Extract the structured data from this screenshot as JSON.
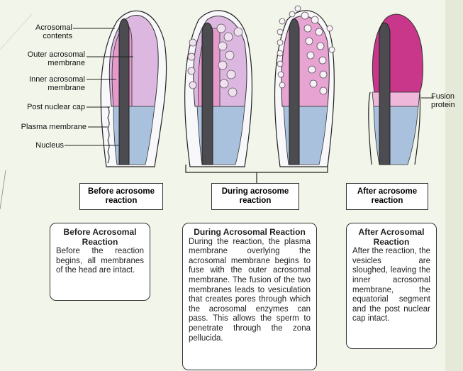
{
  "labels": {
    "acrosomal_contents": "Acrosomal contents",
    "outer_acrosomal_membrane": "Outer acrosomal membrane",
    "inner_acrosomal_membrane": "Inner acrosomal membrane",
    "post_nuclear_cap": "Post nuclear cap",
    "plasma_membrane": "Plasma membrane",
    "nucleus": "Nucleus",
    "fusion_protein": "Fusion protein"
  },
  "stages": {
    "before": "Before acrosome reaction",
    "during": "During acrosome reaction",
    "after": "After acrosome reaction"
  },
  "descriptions": {
    "before": {
      "title": "Before Acrosomal Reaction",
      "body": "Before the reaction begins, all membranes of the head are intact."
    },
    "during": {
      "title": "During Acrosomal Reaction",
      "body": "During the reaction, the plasma membrane overlying the acrosomal membrane begins to fuse with the outer acrosomal membrane. The fusion of the two membranes leads to vesiculation that creates pores through which the acrosomal enzymes can pass. This allows the sperm to penetrate through the zona pellucida."
    },
    "after": {
      "title": "After Acrosomal Reaction",
      "body": "After the reaction, the vesicles are sloughed, leaving the inner acrosomal membrane, the equatorial segment and the post nuclear cap intact."
    }
  },
  "colors": {
    "acrosome_pink": "#e7a4d3",
    "acrosome_light": "#d9b6de",
    "magenta": "#c8378a",
    "post_cap_blue": "#aac1dd",
    "nucleus_dark": "#4b4b50",
    "background": "#f2f5e9"
  }
}
